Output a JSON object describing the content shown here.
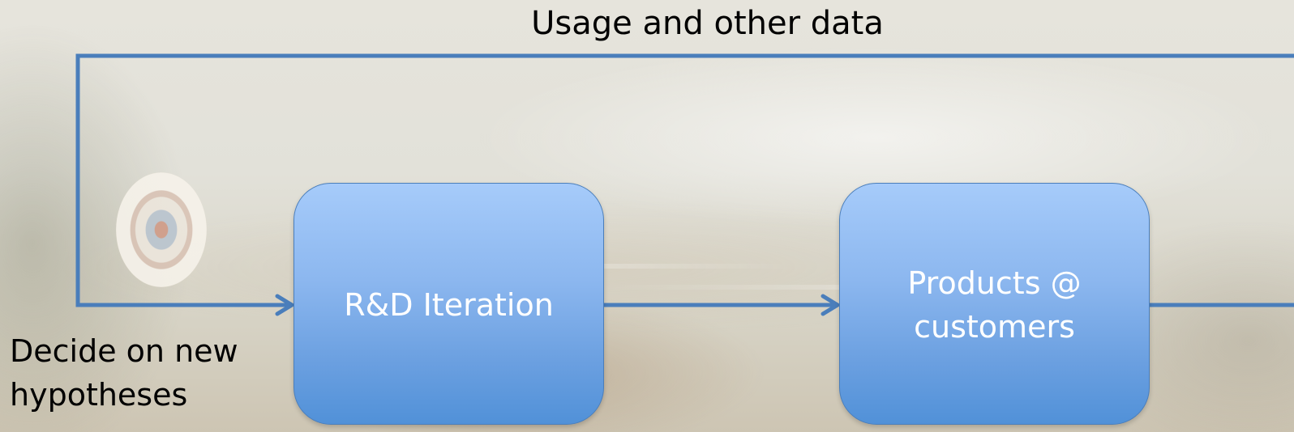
{
  "diagram": {
    "feedback_label": "Usage and other data",
    "decide_label": "Decide on new\nhypotheses",
    "nodes": [
      {
        "id": "rd",
        "label": "R&D Iteration"
      },
      {
        "id": "products",
        "label": "Products @\ncustomers"
      }
    ],
    "colors": {
      "line": "#4a7ebb",
      "node_fill_top": "#a6cbfa",
      "node_fill_bottom": "#5191d8",
      "node_text": "#ffffff"
    }
  }
}
